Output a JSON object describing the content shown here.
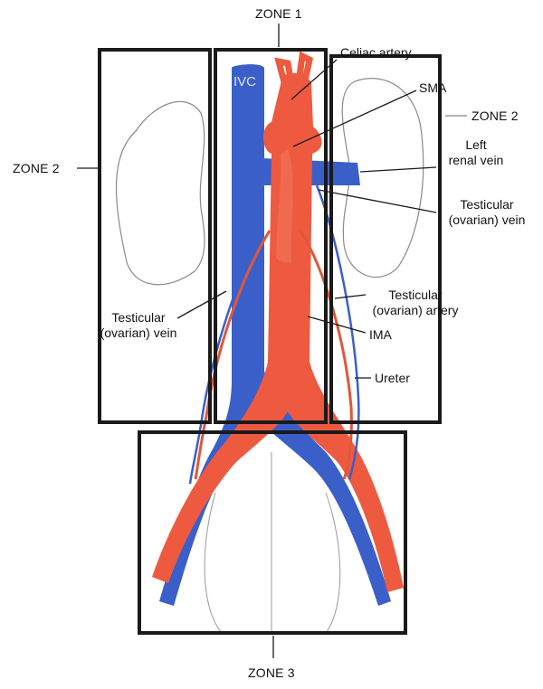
{
  "zones": {
    "zone1": "ZONE 1",
    "zone2_left": "ZONE 2",
    "zone2_right": "ZONE 2",
    "zone3": "ZONE 3"
  },
  "labels": {
    "ivc": "IVC",
    "celiac_artery": "Celiac artery",
    "sma": "SMA",
    "left_renal_vein_line1": "Left",
    "left_renal_vein_line2": "renal vein",
    "testicular_vein_right_line1": "Testicular",
    "testicular_vein_right_line2": "(ovarian) vein",
    "testicular_vein_left_line1": "Testicular",
    "testicular_vein_left_line2": "(ovarian) vein",
    "testicular_artery_line1": "Testicular",
    "testicular_artery_line2": "(ovarian) artery",
    "ima": "IMA",
    "ureter": "Ureter"
  },
  "colors": {
    "artery": "#ee5a3f",
    "vein": "#3b5fc8",
    "outline": "#1a1a1a",
    "organ_outline": "#8a8a8a"
  }
}
